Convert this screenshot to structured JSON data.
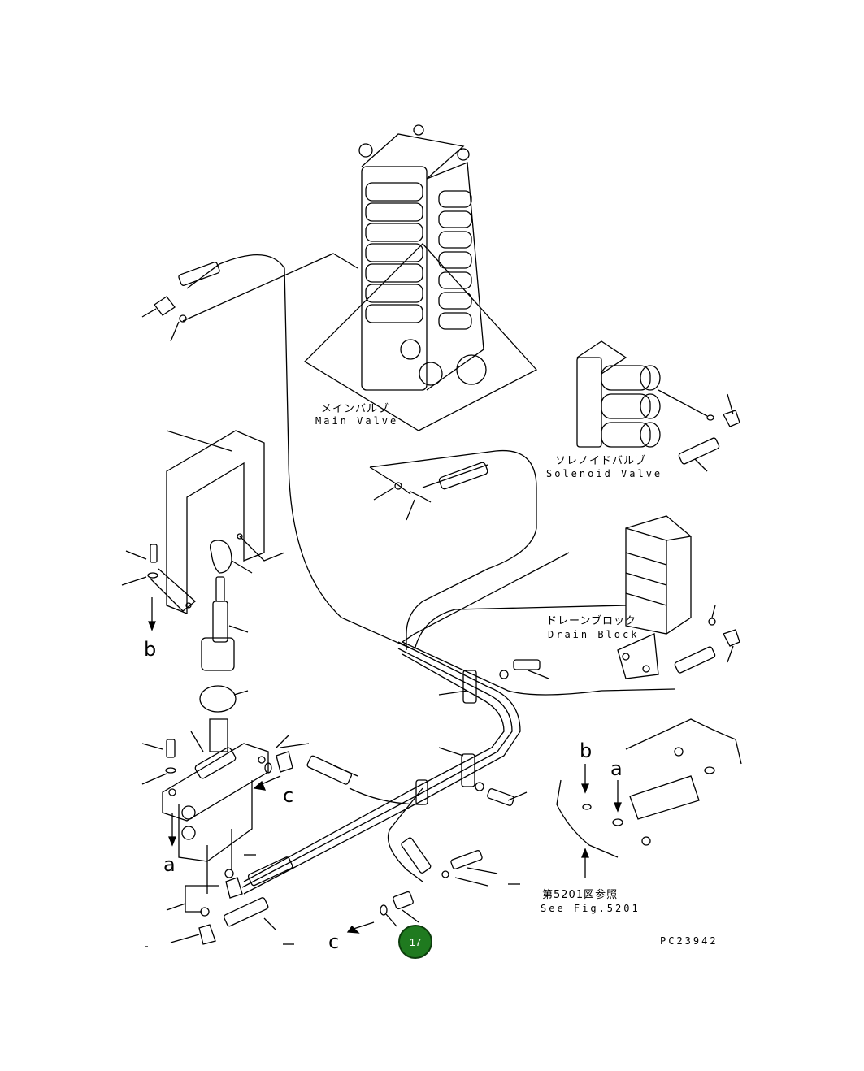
{
  "labels": {
    "main_valve_jp": "メインバルブ",
    "main_valve_en": "Main Valve",
    "solenoid_jp": "ソレノイドバルブ",
    "solenoid_en": "Solenoid Valve",
    "drain_jp": "ドレーンブロック",
    "drain_en": "Drain Block",
    "see_fig_jp": "第5201図参照",
    "see_fig_en": "See Fig.5201",
    "drawing_code": "PC23942"
  },
  "refs": {
    "a": "a",
    "b": "b",
    "c": "c"
  },
  "badge": {
    "number": "17",
    "color": "#1f7a1f"
  }
}
